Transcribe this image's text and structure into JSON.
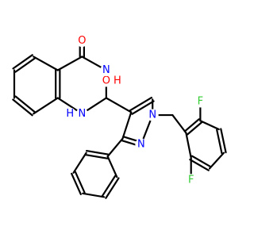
{
  "molecule": {
    "colors": {
      "carbon": "#000000",
      "oxygen": "#ff0000",
      "nitrogen": "#0000ff",
      "fluorine": "#33cc33",
      "background": "#ffffff"
    },
    "atoms": [
      {
        "id": "o_carbonyl",
        "text": "O",
        "element": "oxygen"
      },
      {
        "id": "o_hydroxy",
        "text": "O",
        "element": "oxygen"
      },
      {
        "id": "h_hydroxy",
        "text": "H",
        "element": "oxygen"
      },
      {
        "id": "n_amide",
        "text": "N",
        "element": "nitrogen"
      },
      {
        "id": "n_amine",
        "text": "N",
        "element": "nitrogen"
      },
      {
        "id": "h_amine",
        "text": "H",
        "element": "nitrogen"
      },
      {
        "id": "n_pyrazole_1",
        "text": "N",
        "element": "nitrogen"
      },
      {
        "id": "n_pyrazole_2",
        "text": "N",
        "element": "nitrogen"
      },
      {
        "id": "f_upper",
        "text": "F",
        "element": "fluorine"
      },
      {
        "id": "f_lower",
        "text": "F",
        "element": "fluorine"
      }
    ]
  }
}
